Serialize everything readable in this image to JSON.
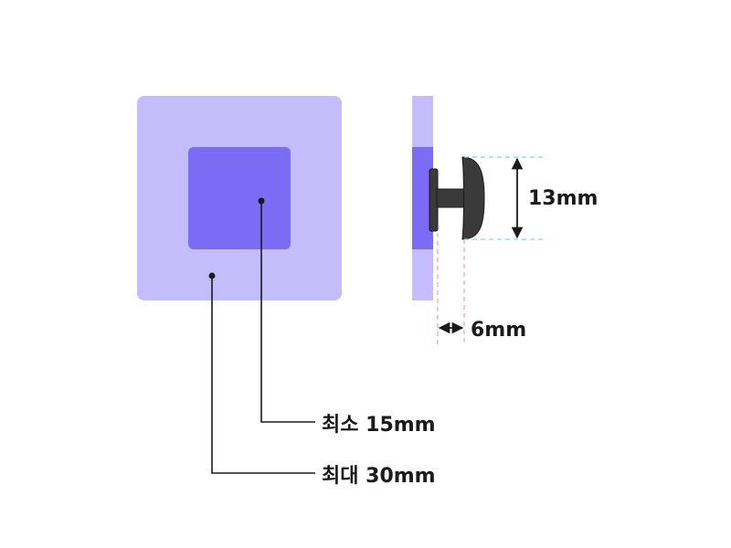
{
  "front_view": {
    "outer_color": "#c4bcfb",
    "inner_color": "#7b6cf6",
    "min_label": "최소 15mm",
    "max_label": "최대 30mm"
  },
  "side_view": {
    "panel_color": "#c4bcfb",
    "inner_color": "#7b6cf6",
    "stud_color": "#3a3a3a",
    "height_label": "13mm",
    "depth_label": "6mm",
    "height_guide_color": "#7fd3e8",
    "depth_guide_color": "#f5a3b8"
  }
}
